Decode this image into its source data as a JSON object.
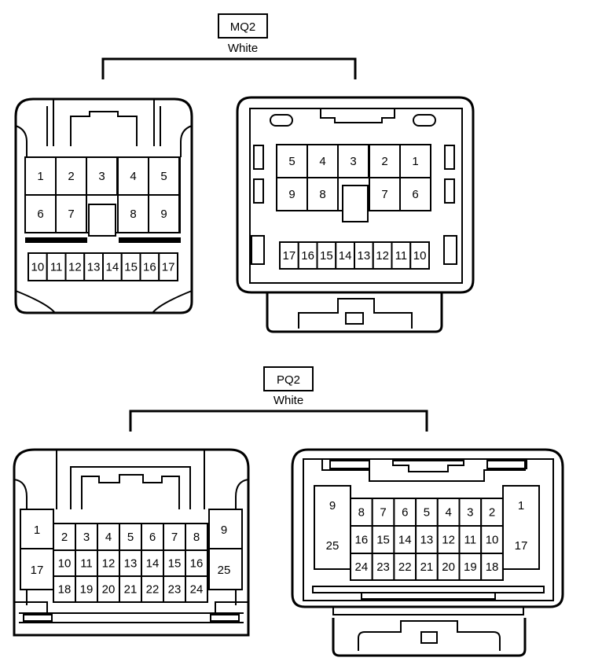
{
  "connectors": [
    {
      "id": "MQ2",
      "color": "White",
      "male": {
        "row1": [
          "1",
          "2",
          "3",
          "4",
          "5"
        ],
        "row2": [
          "6",
          "7",
          "8",
          "9"
        ],
        "row3": [
          "10",
          "11",
          "12",
          "13",
          "14",
          "15",
          "16",
          "17"
        ]
      },
      "female": {
        "row1": [
          "5",
          "4",
          "3",
          "2",
          "1"
        ],
        "row2": [
          "9",
          "8",
          "7",
          "6"
        ],
        "row3": [
          "17",
          "16",
          "15",
          "14",
          "13",
          "12",
          "11",
          "10"
        ]
      }
    },
    {
      "id": "PQ2",
      "color": "White",
      "male": {
        "side_left": [
          "1",
          "17"
        ],
        "side_right": [
          "9",
          "25"
        ],
        "row1": [
          "2",
          "3",
          "4",
          "5",
          "6",
          "7",
          "8"
        ],
        "row2": [
          "10",
          "11",
          "12",
          "13",
          "14",
          "15",
          "16"
        ],
        "row3": [
          "18",
          "19",
          "20",
          "21",
          "22",
          "23",
          "24"
        ]
      },
      "female": {
        "side_left": [
          "9",
          "25"
        ],
        "side_right": [
          "1",
          "17"
        ],
        "row1": [
          "8",
          "7",
          "6",
          "5",
          "4",
          "3",
          "2"
        ],
        "row2": [
          "16",
          "15",
          "14",
          "13",
          "12",
          "11",
          "10"
        ],
        "row3": [
          "24",
          "23",
          "22",
          "21",
          "20",
          "19",
          "18"
        ]
      }
    }
  ]
}
